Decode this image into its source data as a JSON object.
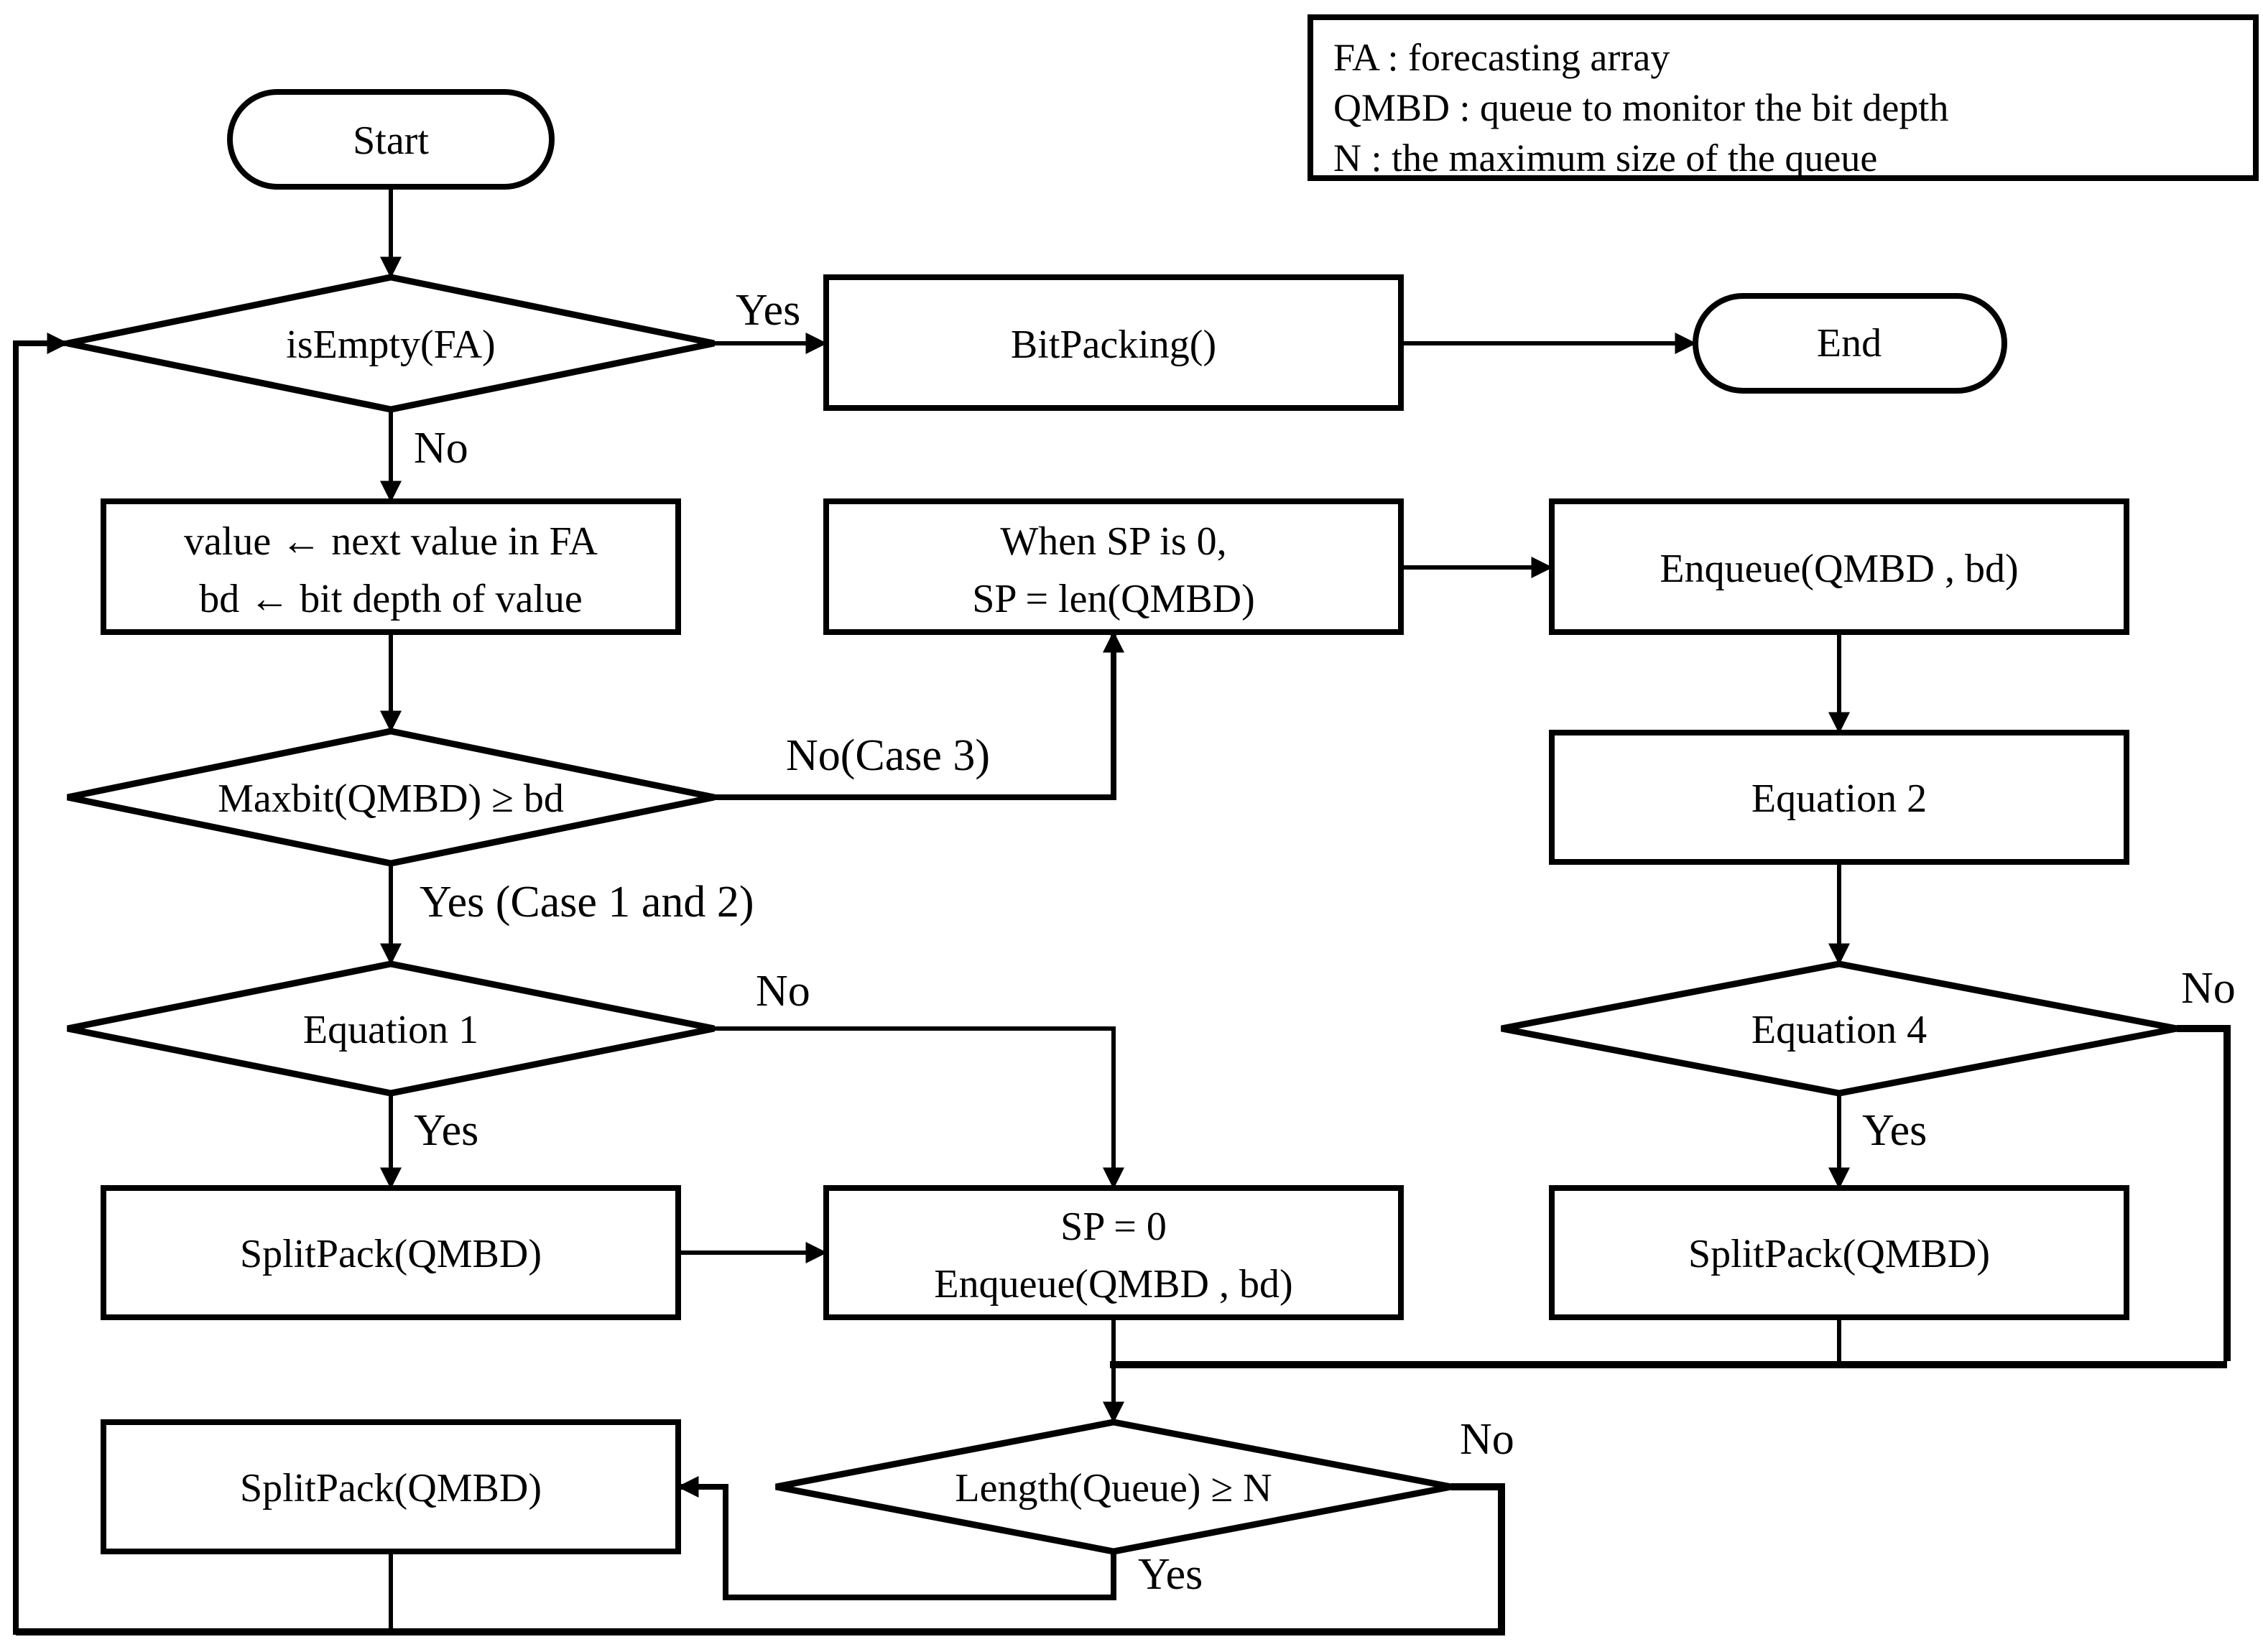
{
  "figure": {
    "type": "flowchart",
    "background_color": "#ffffff",
    "line_color": "#000000"
  },
  "legend": {
    "lines": [
      "FA : forecasting  array",
      "QMBD : queue to monitor the bit depth",
      "N : the maximum size of the queue"
    ]
  },
  "nodes": {
    "start": {
      "label": "Start",
      "type": "terminator"
    },
    "is_empty": {
      "label": "isEmpty(FA)",
      "type": "decision"
    },
    "bit_packing": {
      "label": "BitPacking()",
      "type": "process"
    },
    "end": {
      "label": "End",
      "type": "terminator"
    },
    "read_value": {
      "line1": "value ← next value in FA",
      "line2": "bd ← bit depth of value",
      "type": "process"
    },
    "when_sp": {
      "line1": "When SP is 0,",
      "line2": "SP = len(QMBD)",
      "type": "process"
    },
    "enqueue": {
      "label": "Enqueue(QMBD , bd)",
      "type": "process"
    },
    "maxbit_check": {
      "label": "Maxbit(QMBD) ≥ bd",
      "type": "decision"
    },
    "equation2": {
      "label": "Equation 2",
      "type": "process"
    },
    "equation1": {
      "label": "Equation 1",
      "type": "decision"
    },
    "equation4": {
      "label": "Equation 4",
      "type": "decision"
    },
    "splitpack_left": {
      "label": "SplitPack(QMBD)",
      "type": "process"
    },
    "sp_zero": {
      "line1": "SP = 0",
      "line2": "Enqueue(QMBD , bd)",
      "type": "process"
    },
    "splitpack_right": {
      "label": "SplitPack(QMBD)",
      "type": "process"
    },
    "length_check": {
      "label": "Length(Queue) ≥ N",
      "type": "decision"
    },
    "splitpack_bottom": {
      "label": "SplitPack(QMBD)",
      "type": "process"
    }
  },
  "edge_labels": {
    "isempty_yes": "Yes",
    "isempty_no": "No",
    "maxbit_no": "No(Case 3)",
    "maxbit_yes": "Yes (Case 1 and 2)",
    "eq1_no": "No",
    "eq1_yes": "Yes",
    "eq4_no": "No",
    "eq4_yes": "Yes",
    "length_yes": "Yes",
    "length_no": "No"
  }
}
